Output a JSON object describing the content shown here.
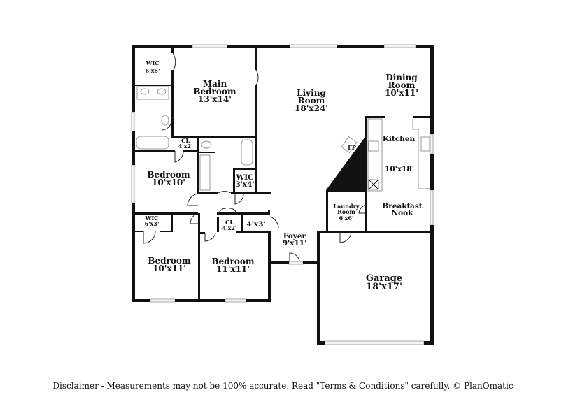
{
  "rooms": {
    "wic_main": {
      "name": "WIC",
      "size": "6'x6'"
    },
    "main_bedroom": {
      "name1": "Main",
      "name2": "Bedroom",
      "size": "13'x14'"
    },
    "living_room": {
      "name1": "Living",
      "name2": "Room",
      "size": "18'x24'"
    },
    "dining_room": {
      "name1": "Dining",
      "name2": "Room",
      "size": "10'x11'"
    },
    "kitchen": {
      "name": "Kitchen",
      "size": "10'x18'"
    },
    "fireplace": {
      "name": "FP"
    },
    "closet_1": {
      "name": "CL",
      "size": "4'x2'"
    },
    "bedroom_2": {
      "name": "Bedroom",
      "size": "10'x10'"
    },
    "wic_hall": {
      "name": "WIC",
      "size": "3'x4'"
    },
    "laundry": {
      "name1": "Laundry",
      "name2": "Room",
      "size": "6'x6'"
    },
    "breakfast_nook": {
      "name1": "Breakfast",
      "name2": "Nook"
    },
    "wic_bed3": {
      "name": "WIC",
      "size": "6'x3'"
    },
    "closet_2": {
      "name": "CL",
      "size": "4'x2'"
    },
    "closet_3": {
      "size": "4'x3'"
    },
    "foyer": {
      "name": "Foyer",
      "size": "9'x11'"
    },
    "bedroom_3": {
      "name": "Bedroom",
      "size": "10'x11'"
    },
    "bedroom_4": {
      "name": "Bedroom",
      "size": "11'x11'"
    },
    "garage": {
      "name": "Garage",
      "size": "18'x17'"
    }
  },
  "disclaimer": "Disclaimer - Measurements may not be 100% accurate. Read \"Terms & Conditions\" carefully. © PlanOmatic"
}
